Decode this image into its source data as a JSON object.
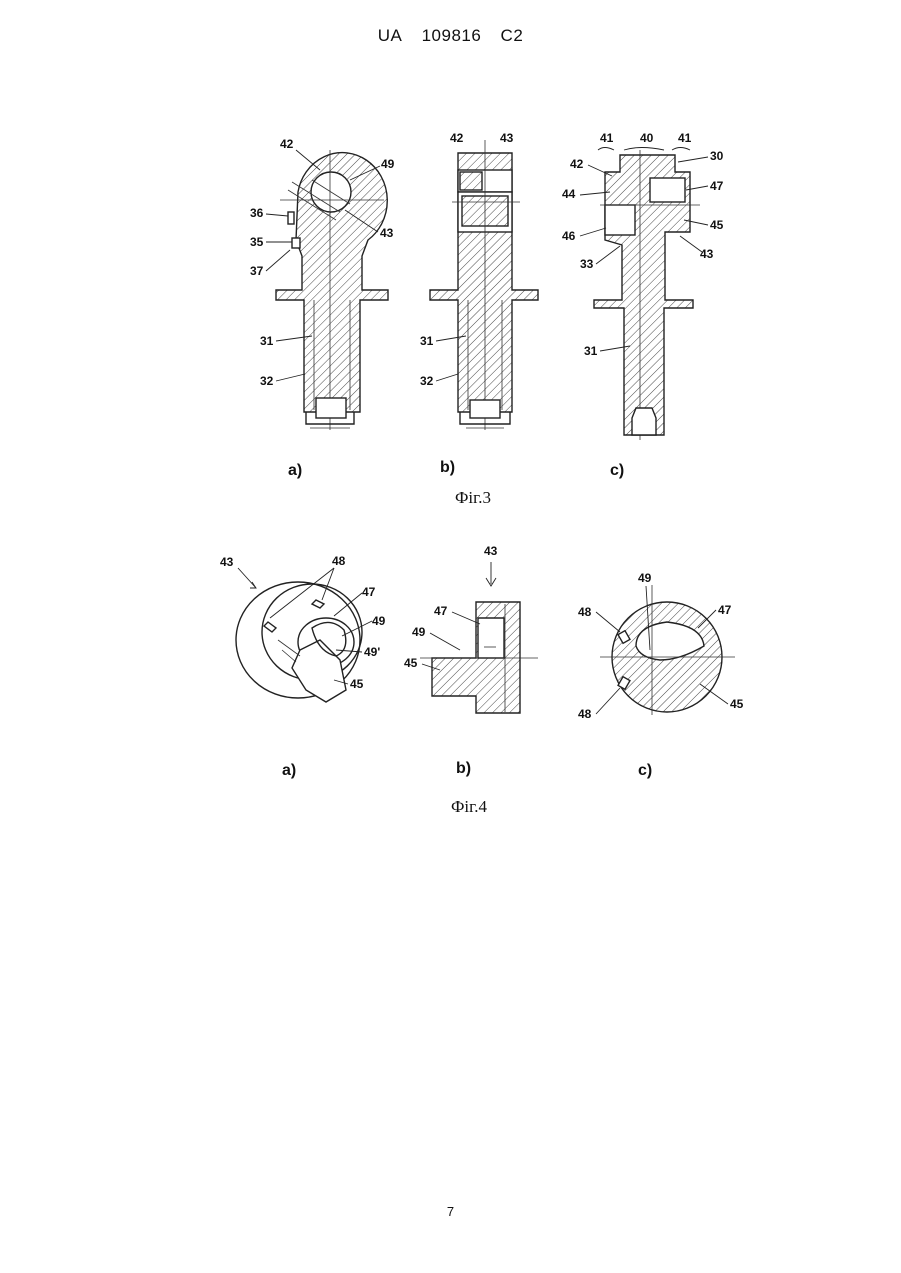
{
  "header": {
    "country": "UA",
    "number": "109816",
    "kind": "C2"
  },
  "figure3": {
    "caption": "Фіг.3",
    "sublabels": [
      "a)",
      "b)",
      "c)"
    ],
    "labels_a": [
      "42",
      "49",
      "36",
      "35",
      "37",
      "43",
      "31",
      "32"
    ],
    "labels_b": [
      "42",
      "43",
      "31",
      "32"
    ],
    "labels_c": [
      "41",
      "40",
      "41",
      "30",
      "42",
      "44",
      "47",
      "45",
      "46",
      "33",
      "43",
      "31"
    ]
  },
  "figure4": {
    "caption": "Фіг.4",
    "sublabels": [
      "a)",
      "b)",
      "c)"
    ],
    "labels_a": [
      "43",
      "48",
      "47",
      "49",
      "49'",
      "45"
    ],
    "labels_b": [
      "43",
      "47",
      "49",
      "45"
    ],
    "labels_c": [
      "49",
      "48",
      "47",
      "48",
      "45"
    ]
  },
  "page_number": "7"
}
